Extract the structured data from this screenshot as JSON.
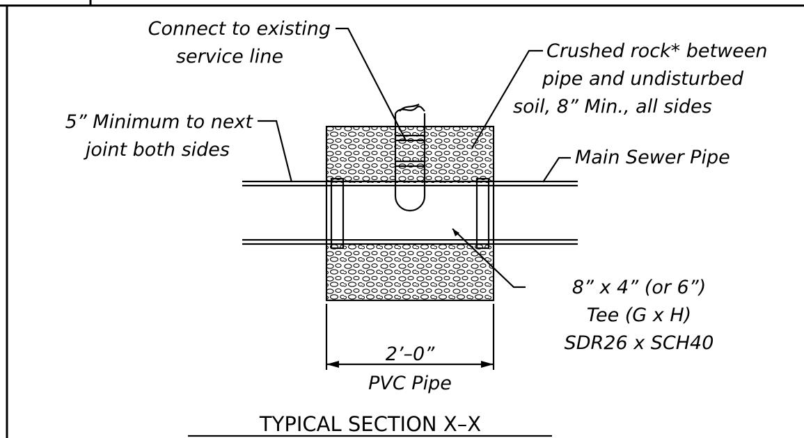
{
  "title": "TYPICAL SECTION X–X",
  "labels": {
    "connect_line1": "Connect to existing",
    "connect_line2": "service line",
    "crushed_line1": "Crushed rock* between",
    "crushed_line2": "pipe and undisturbed",
    "crushed_line3": "soil, 8” Min., all sides",
    "minimum_line1": "5” Minimum to next",
    "minimum_line2": "joint both sides",
    "main_sewer": "Main Sewer Pipe",
    "tee_line1": "8” x 4” (or 6”)",
    "tee_line2": "Tee (G x H)",
    "tee_line3": "SDR26 x SCH40",
    "dimension": "2’–0”",
    "pipe_material": "PVC Pipe"
  },
  "colors": {
    "ink": "#000000",
    "paper": "#ffffff"
  }
}
